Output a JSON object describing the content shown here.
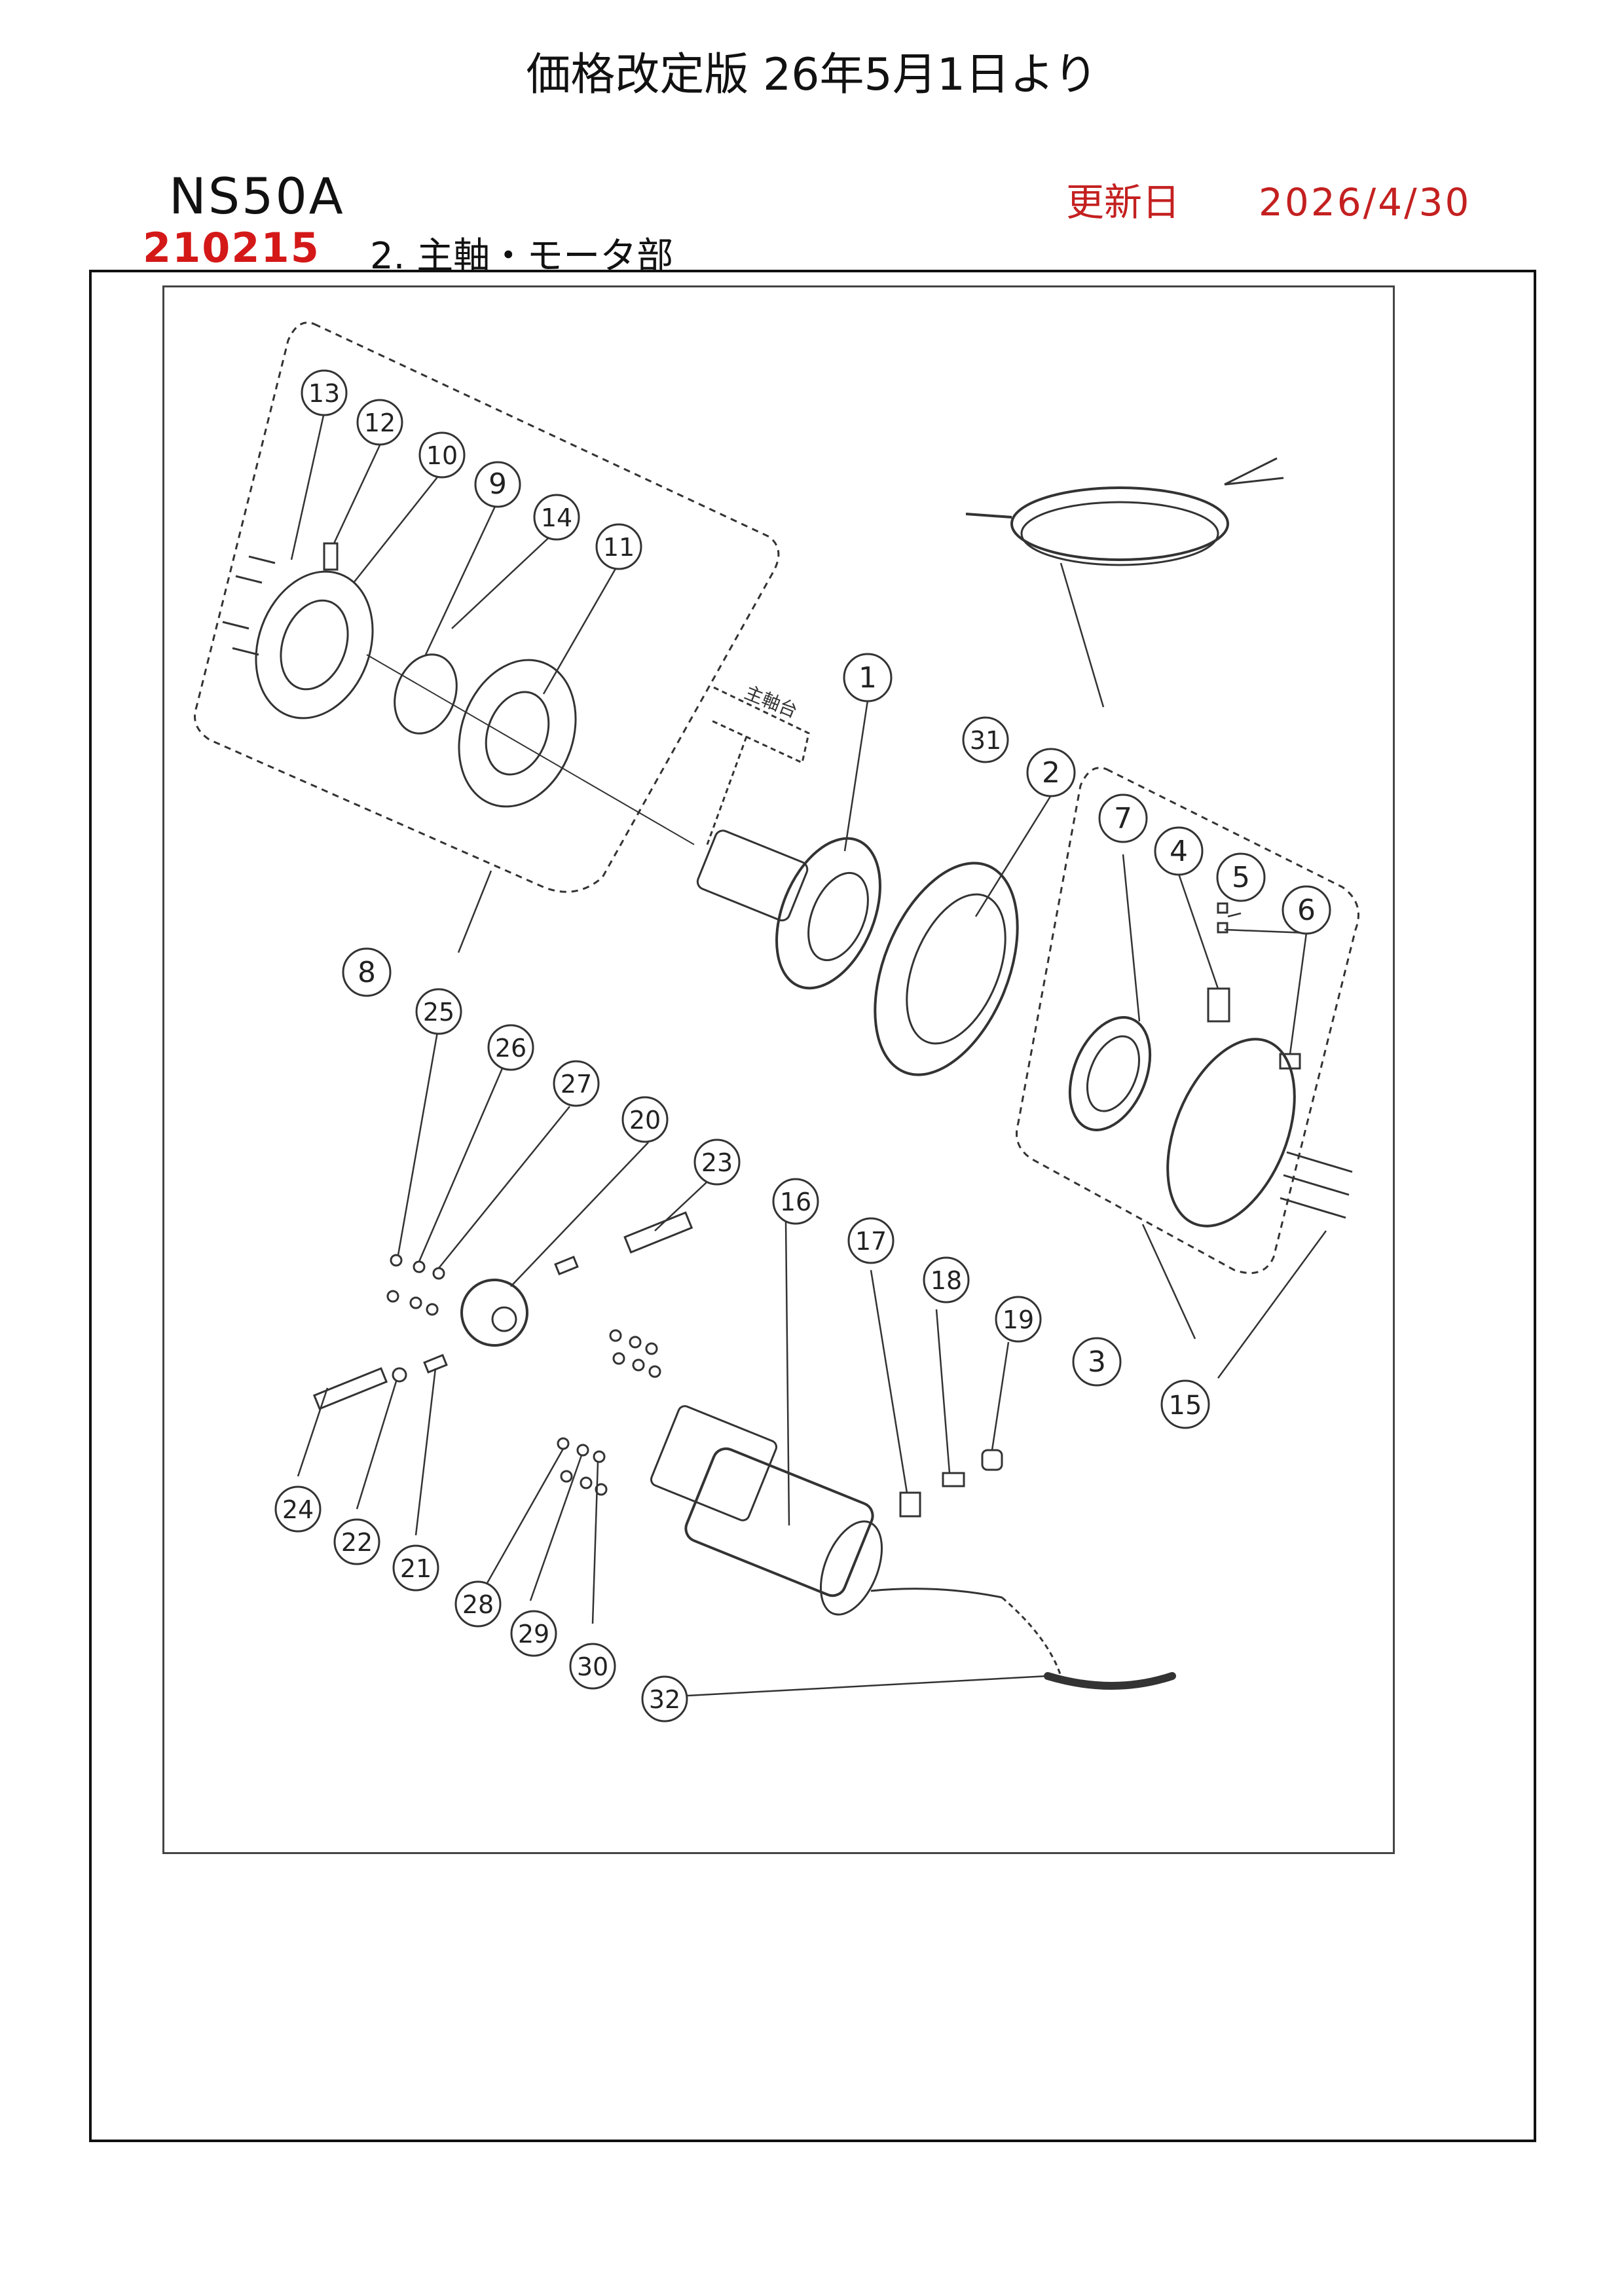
{
  "header": {
    "title": "価格改定版 26年5月1日より",
    "model": "NS50A",
    "updated_label": "更新日",
    "updated_date": "2026/4/30",
    "doc_number": "210215",
    "section_title": "2. 主軸・モータ部"
  },
  "diagram": {
    "group_label": "主軸台",
    "callouts": [
      "1",
      "2",
      "3",
      "4",
      "5",
      "6",
      "7",
      "8",
      "9",
      "10",
      "11",
      "12",
      "13",
      "14",
      "15",
      "16",
      "17",
      "18",
      "19",
      "20",
      "21",
      "22",
      "23",
      "24",
      "25",
      "26",
      "27",
      "28",
      "29",
      "30",
      "31",
      "32"
    ]
  },
  "colors": {
    "accent_red": "#d41818",
    "line": "#222222"
  }
}
